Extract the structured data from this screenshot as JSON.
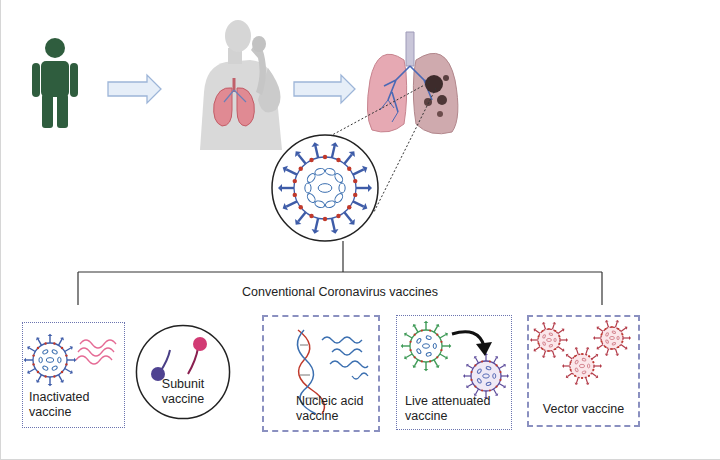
{
  "diagram": {
    "nodes": [
      {
        "text": [
          "Inactivated vaccine"
        ]
      },
      {
        "text": [
          "Subunit vaccine"
        ]
      },
      {
        "text": [
          "Nucleic acid vaccine"
        ]
      },
      {
        "text": [
          "Live attenuated vaccine"
        ]
      },
      {
        "text": [
          "Vector vaccine"
        ]
      }
    ],
    "labels": [
      "Conventional Coronavirus vaccines"
    ]
  }
}
